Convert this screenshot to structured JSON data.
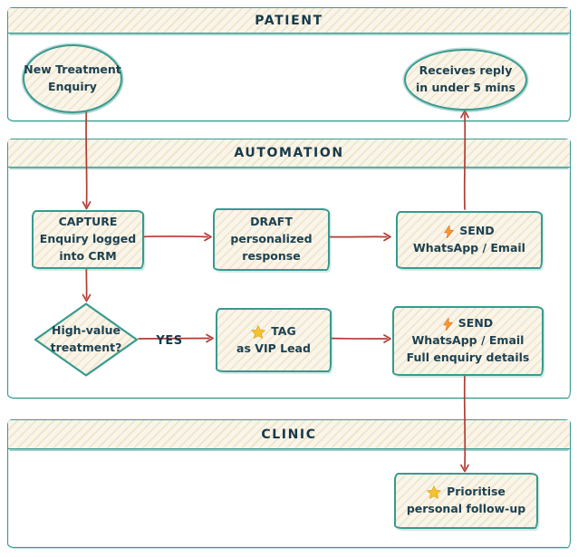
{
  "colors": {
    "teal_border": "#379a8f",
    "ink_text": "#1d4150",
    "arrow_red": "#b23b33",
    "fill_cream": "#faf5ea",
    "hatch_tan": "#f0e5cb",
    "star_gold": "#f2c230",
    "bolt_orange": "#f59b2b"
  },
  "lanes": {
    "patient": {
      "label": "PATIENT"
    },
    "automation": {
      "label": "AUTOMATION"
    },
    "clinic": {
      "label": "CLINIC"
    }
  },
  "nodes": {
    "new_enquiry": {
      "shape": "ellipse",
      "lane": "patient",
      "line1": "New Treatment",
      "line2": "Enquiry"
    },
    "receives_reply": {
      "shape": "ellipse",
      "lane": "patient",
      "line1": "Receives reply",
      "line2": "in under 5 mins"
    },
    "capture": {
      "shape": "rect",
      "lane": "automation",
      "line1": "CAPTURE",
      "line2": "Enquiry logged",
      "line3": "into CRM"
    },
    "draft": {
      "shape": "rect",
      "lane": "automation",
      "line1": "DRAFT",
      "line2": "personalized",
      "line3": "response"
    },
    "send_reply": {
      "shape": "rect",
      "lane": "automation",
      "icon": "lightning-icon",
      "line1": "SEND",
      "line2": "WhatsApp / Email"
    },
    "high_value": {
      "shape": "diamond",
      "lane": "automation",
      "line1": "High-value",
      "line2": "treatment?"
    },
    "tag_vip": {
      "shape": "rect",
      "lane": "automation",
      "icon": "star-icon",
      "line1": "TAG",
      "line2": "as VIP Lead"
    },
    "send_details": {
      "shape": "rect",
      "lane": "automation",
      "icon": "lightning-icon",
      "line1": "SEND",
      "line2": "WhatsApp / Email",
      "line3": "Full enquiry details"
    },
    "prioritise": {
      "shape": "rect",
      "lane": "clinic",
      "icon": "star-icon",
      "line1": "Prioritise",
      "line2": "personal follow-up"
    }
  },
  "edges": {
    "yes_label": "YES",
    "connections": [
      {
        "from": "new_enquiry",
        "to": "capture"
      },
      {
        "from": "capture",
        "to": "draft"
      },
      {
        "from": "draft",
        "to": "send_reply"
      },
      {
        "from": "send_reply",
        "to": "receives_reply"
      },
      {
        "from": "capture",
        "to": "high_value"
      },
      {
        "from": "high_value",
        "to": "tag_vip",
        "label": "YES"
      },
      {
        "from": "tag_vip",
        "to": "send_details"
      },
      {
        "from": "send_details",
        "to": "prioritise"
      }
    ]
  }
}
